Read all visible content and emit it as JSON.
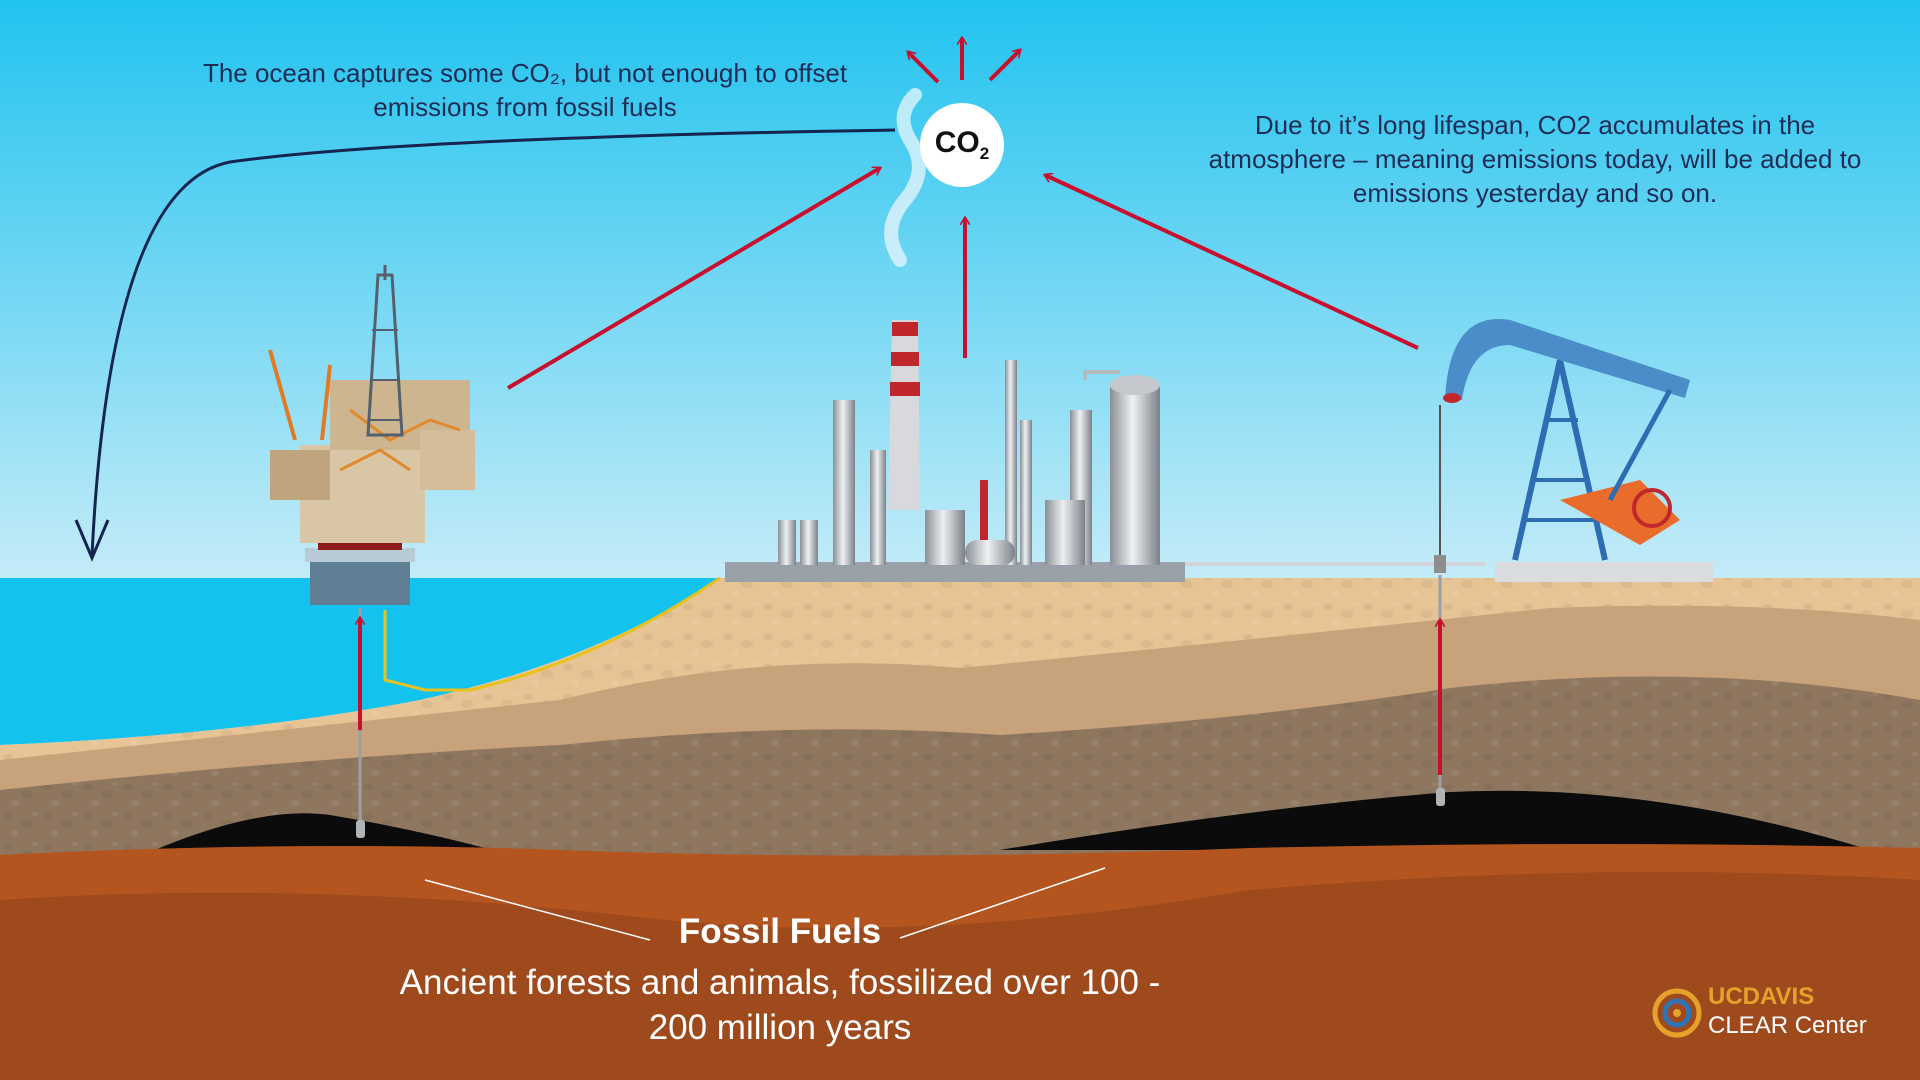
{
  "notes": {
    "ocean": "The ocean captures some CO₂, but not enough to offset emissions from fossil fuels",
    "lifespan": "Due to it’s long lifespan, CO2 accumulates in the atmosphere – meaning emissions today, will be added to emissions yesterday and so on."
  },
  "co2": {
    "main": "CO",
    "sub": "2"
  },
  "fossil": {
    "title": "Fossil Fuels",
    "description": "Ancient forests and animals, fossilized over 100 - 200 million years"
  },
  "logo": {
    "top": "UCDAVIS",
    "bottom": "CLEAR Center"
  },
  "colors": {
    "sky_top": "#21c3ef",
    "sky_bottom": "#c8ecf8",
    "ocean": "#14c2ee",
    "sand": "#e7c496",
    "rock_dark": "#8a7159",
    "oil": "#0b0b0b",
    "bedrock": "#b4551f",
    "arrow_red": "#c8102e",
    "arrow_navy": "#15254f"
  },
  "icons": [
    "offshore-oil-platform-icon",
    "refinery-icon",
    "pumpjack-icon",
    "co2-bubble-icon"
  ]
}
